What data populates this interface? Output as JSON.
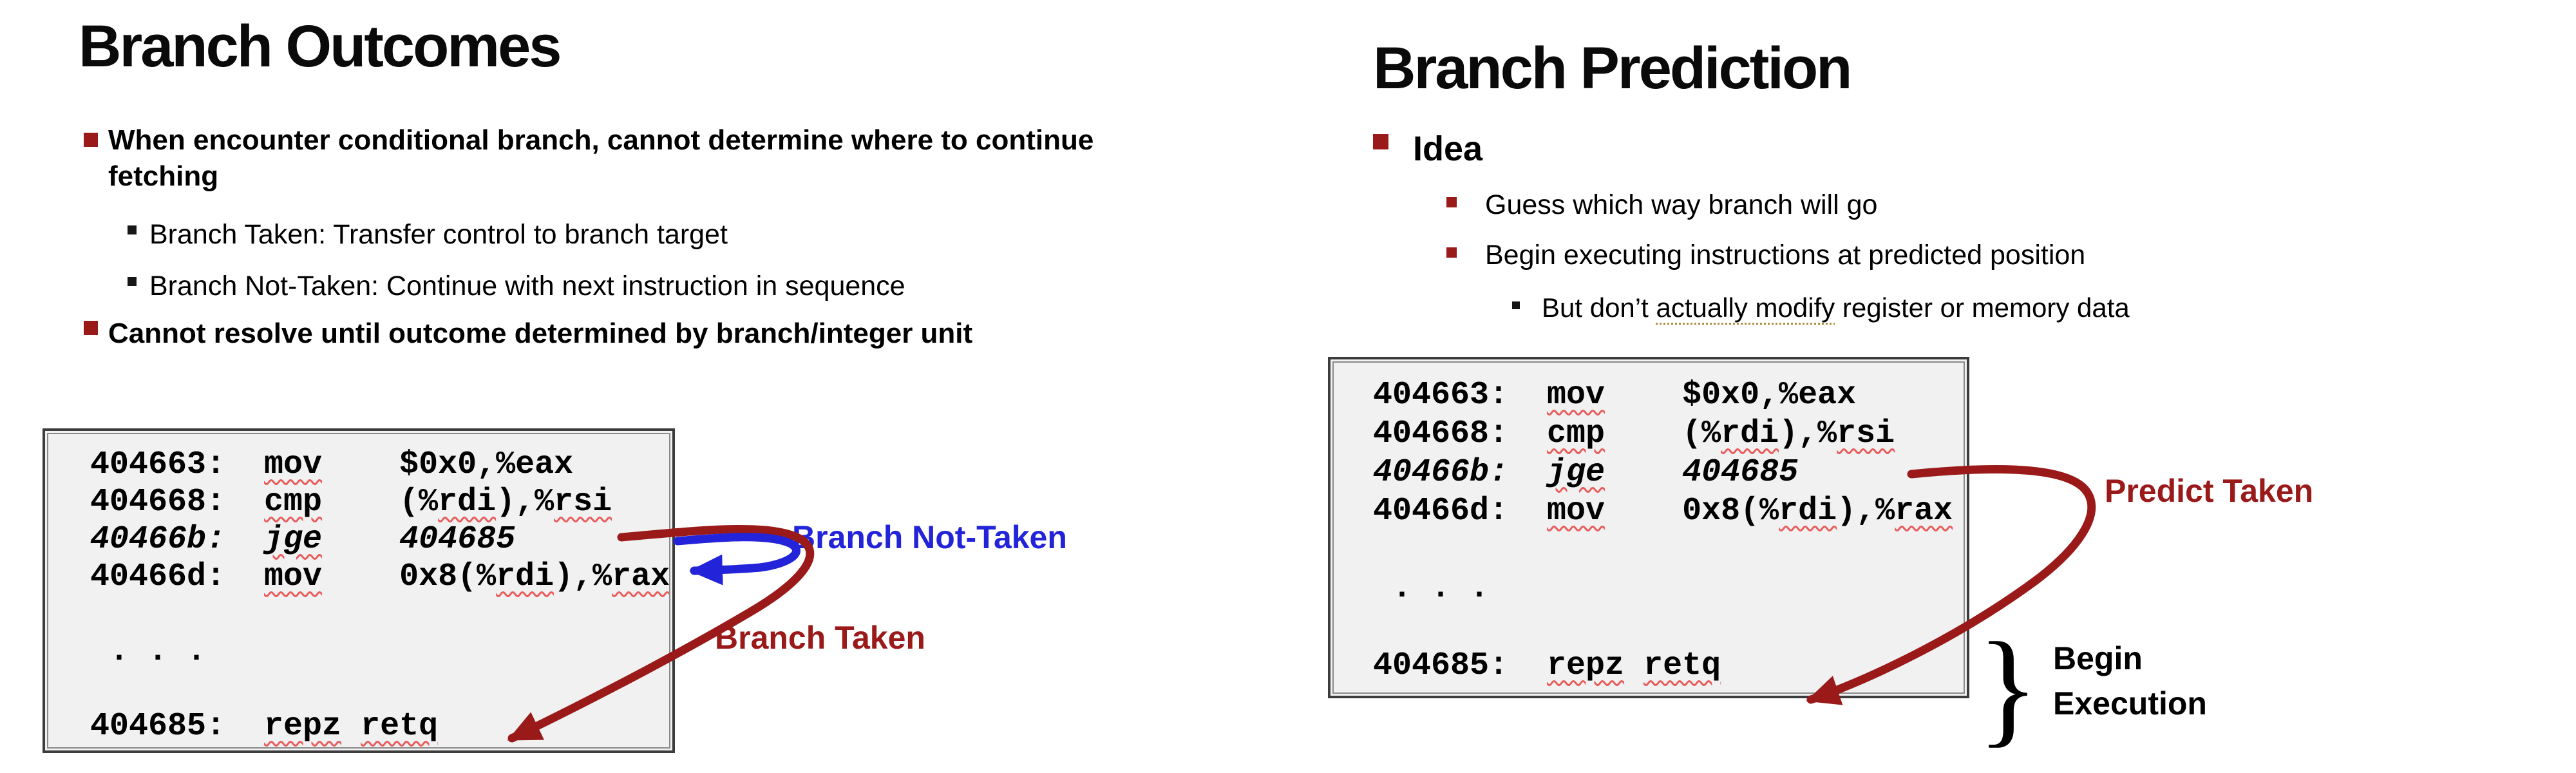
{
  "colors": {
    "accent_red": "#9a1a1a",
    "blue_ink": "#2323d9",
    "squiggle_red": "#e85c5c",
    "underline_gold": "#ad8b3a",
    "code_bg": "#f1f1f1",
    "box_border": "#3c3c3c"
  },
  "left": {
    "title": "Branch Outcomes",
    "b1_line1": "When encounter conditional branch, cannot determine where to continue",
    "b1_line2": "fetching",
    "b1a": "Branch Taken: Transfer control to branch target",
    "b1b": "Branch Not-Taken: Continue with next instruction in sequence",
    "b2": "Cannot resolve until outcome determined by branch/integer unit",
    "label_not_taken": "Branch Not-Taken",
    "label_taken": "Branch Taken"
  },
  "right": {
    "title": "Branch Prediction",
    "idea": "Idea",
    "i1": "Guess which way branch will go",
    "i2": "Begin executing instructions at predicted position",
    "i3_pre": "But don’t ",
    "i3_underlined": "actually modify",
    "i3_post": " register or memory data",
    "label_predict": "Predict Taken",
    "brace": "}",
    "label_begin": "Begin",
    "label_execution": "Execution"
  },
  "code": {
    "l1_addr": "404663:  ",
    "l1_mn": "mov",
    "l1_rest": "    $0x0,%eax",
    "l2_addr": "404668:  ",
    "l2_mn": "cmp",
    "l2_t1": "    (%",
    "l2_r1": "rdi",
    "l2_t2": "),%",
    "l2_r2": "rsi",
    "l3_addr": "40466b:  ",
    "l3_mn": "jge",
    "l3_rest": "    404685",
    "l4_addr": "40466d:  ",
    "l4_mn": "mov",
    "l4_t1": "    0x8(%",
    "l4_r1": "rdi",
    "l4_t2": "),%",
    "l4_r2": "rax",
    "l5_dots": " . . .",
    "l6_addr": "404685:  ",
    "l6_mn": "repz",
    "l6_sp": " ",
    "l6_r1": "retq"
  }
}
